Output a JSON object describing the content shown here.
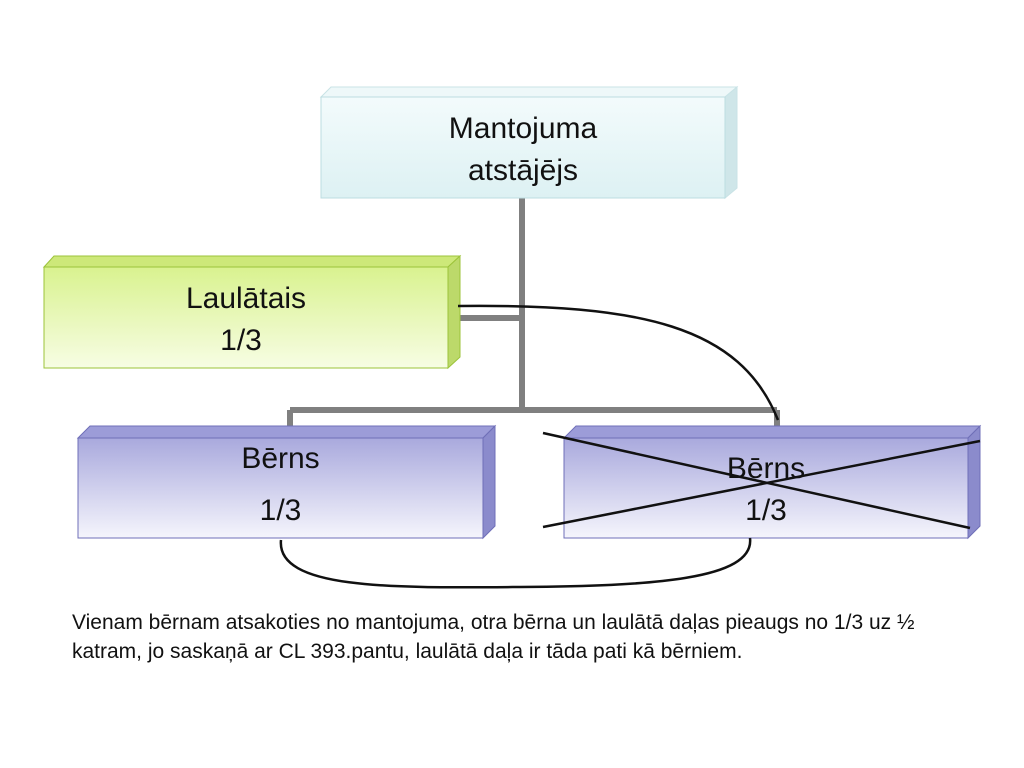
{
  "diagram": {
    "nodes": {
      "deceased": {
        "line1": "Mantojuma",
        "line2": "atstājējs"
      },
      "spouse": {
        "line1": "Laulātais",
        "line2": "1/3"
      },
      "child_left": {
        "line1": "Bērns",
        "line2": "1/3"
      },
      "child_right": {
        "line1": "Bērns",
        "line2": "1/3"
      }
    },
    "colors": {
      "connector": "#808080",
      "deceased_fill_top": "#f3fbfc",
      "deceased_fill_bottom": "#ddf1f3",
      "spouse_fill_top": "#d9f28f",
      "spouse_fill_bottom": "#f7fde4",
      "child_fill_top": "#a9a9dd",
      "child_fill_bottom": "#f5f5fc",
      "child_border": "#6f6fb8"
    }
  },
  "caption": {
    "text": "Vienam bērnam atsakoties no mantojuma, otra bērna un laulātā daļas pieaugs no 1/3 uz ½ katram, jo saskaņā ar CL 393.pantu, laulātā daļa ir tāda pati kā bērniem."
  }
}
